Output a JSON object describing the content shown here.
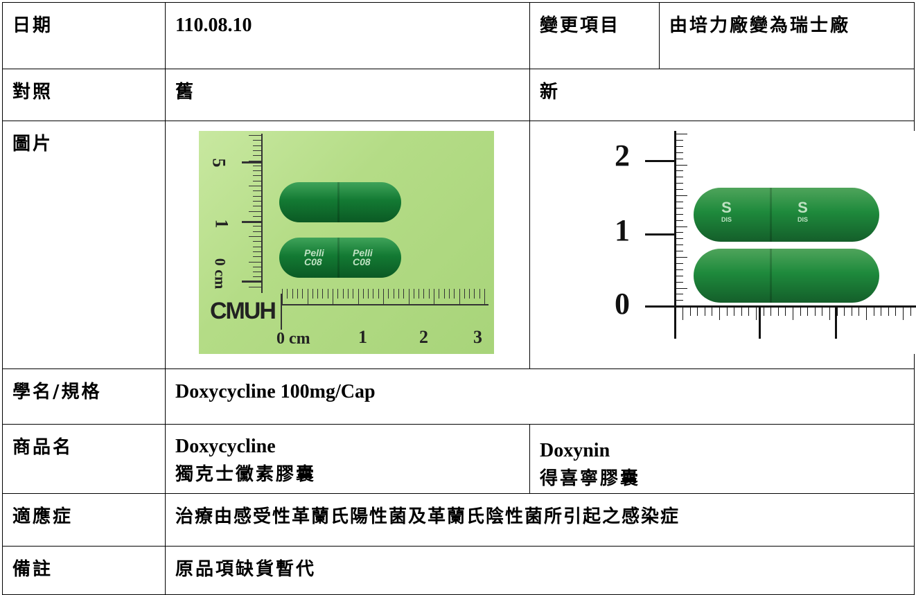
{
  "rows": {
    "date": {
      "label": "日期",
      "value": "110.08.10",
      "change_label": "變更項目",
      "change_value": "由培力廠變為瑞士廠"
    },
    "compare": {
      "label": "對照",
      "old": "舊",
      "new": "新"
    },
    "image": {
      "label": "圖片",
      "old": {
        "ruler_marks": [
          "5",
          "1",
          "0 cm",
          "CMUH",
          "0 cm",
          "1",
          "2",
          "3"
        ],
        "imprint_top": "Pelli",
        "imprint_bottom": "C08",
        "imprint2_top": "Pelli",
        "imprint2_bottom": "C08",
        "background_color": "#b8dd8c",
        "capsule_color": "#127a31"
      },
      "new": {
        "ruler_marks": [
          "2",
          "1",
          "0"
        ],
        "imprint_logo": "S",
        "imprint_code": "DIS",
        "background_color": "#ffffff",
        "capsule_color": "#1c8639"
      }
    },
    "generic": {
      "label": "學名/規格",
      "value": "Doxycycline 100mg/Cap"
    },
    "brand": {
      "label": "商品名",
      "old_en": "Doxycycline",
      "old_zh": "獨克士黴素膠囊",
      "new_en": "Doxynin",
      "new_zh": "得喜寧膠囊"
    },
    "indication": {
      "label": "適應症",
      "value": "治療由感受性革蘭氏陽性菌及革蘭氏陰性菌所引起之感染症"
    },
    "remark": {
      "label": "備註",
      "value": "原品項缺貨暫代"
    }
  }
}
